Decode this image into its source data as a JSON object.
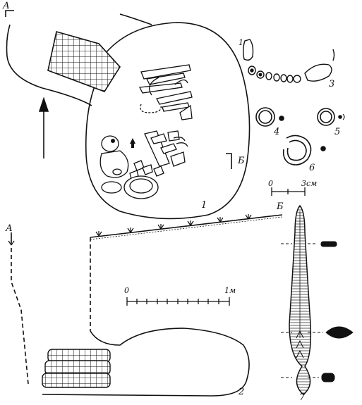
{
  "figure": {
    "section_start_label": "А",
    "section_end_label": "Б",
    "figure_numbers": [
      "1",
      "2",
      "3",
      "4",
      "5",
      "6",
      "7"
    ],
    "small_scale": {
      "start": "0",
      "end": "3см"
    },
    "large_scale": {
      "start": "0",
      "end": "1м"
    },
    "bead_label": "1"
  }
}
